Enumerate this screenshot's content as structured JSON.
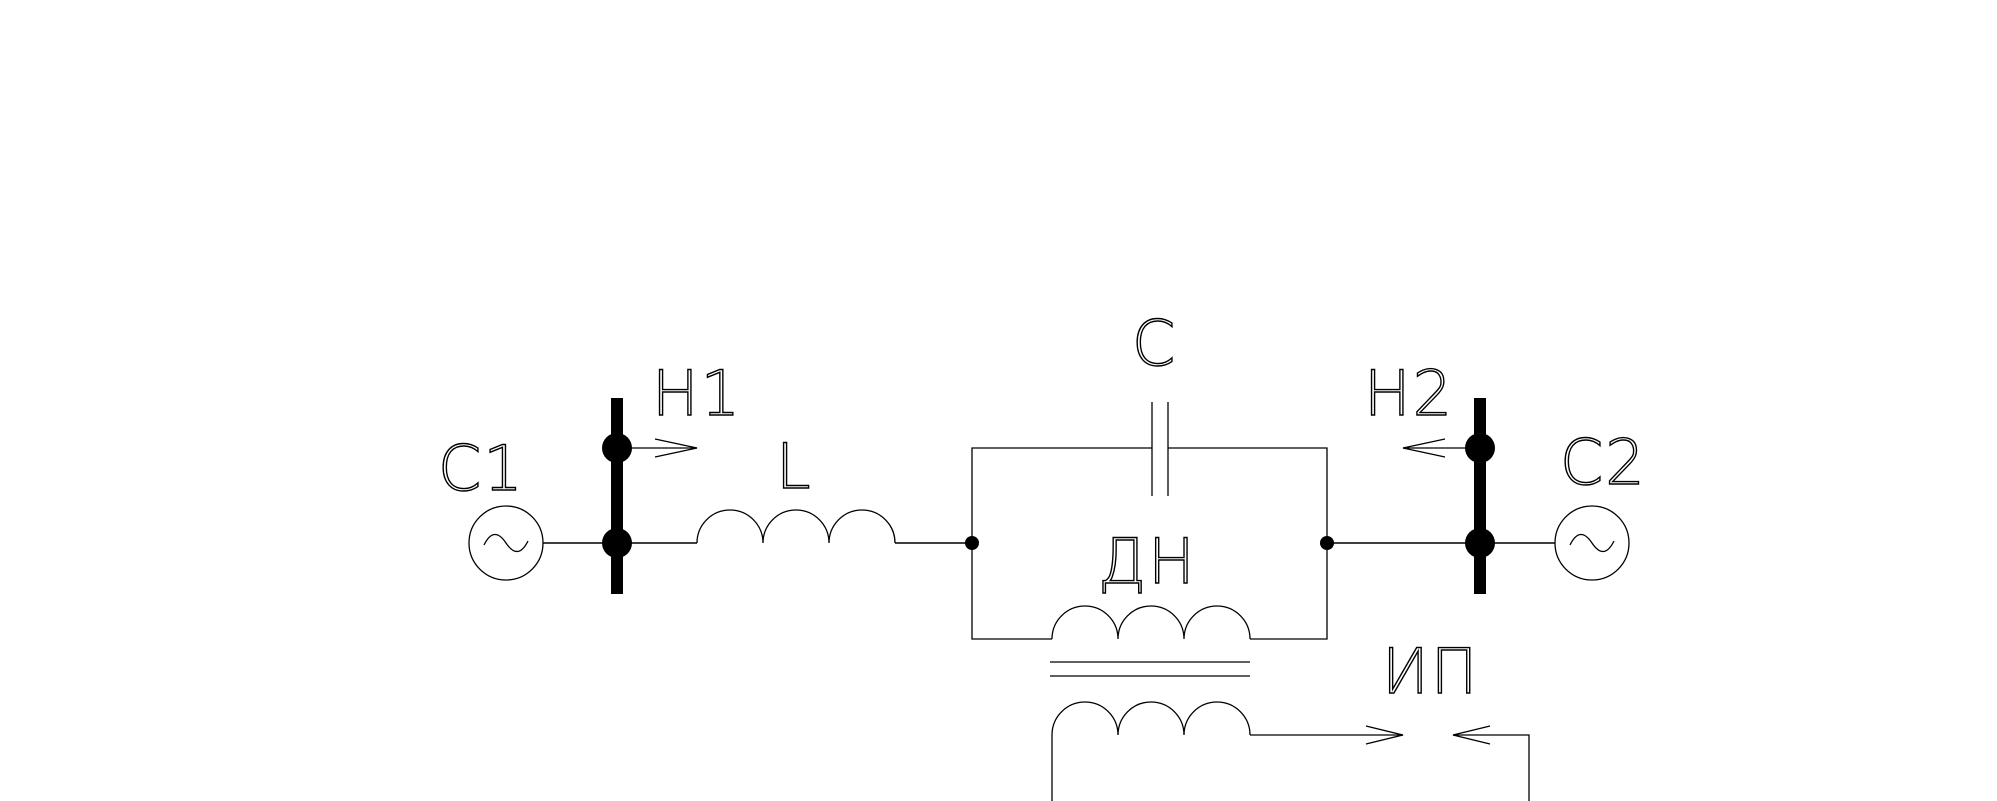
{
  "labels": {
    "source_left": "C1",
    "source_right": "C2",
    "bus_left": "H1",
    "bus_right": "H2",
    "inductor": "L",
    "capacitor": "C",
    "transformer": "ДН",
    "meter": "ИП"
  },
  "icons": {
    "ac_source": "ac-source-icon",
    "capacitor": "capacitor-icon",
    "inductor": "inductor-icon",
    "transformer": "transformer-icon",
    "node": "node-dot-icon",
    "arrow": "arrow-icon"
  },
  "colors": {
    "line": "#000000",
    "background": "#ffffff"
  }
}
